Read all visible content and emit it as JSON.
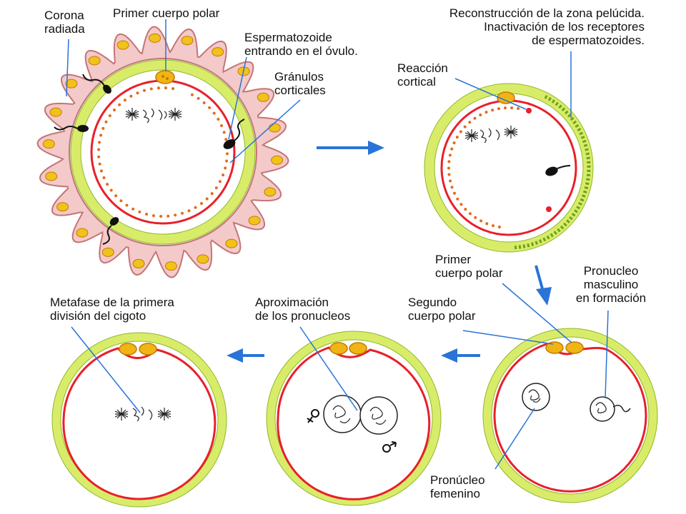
{
  "labels": {
    "corona": "Corona\nradiada",
    "primer_polar_top": "Primer cuerpo polar",
    "espermatozoide": "Espermatozoide\nentrando en el óvulo.",
    "granulos": "Gránulos\ncorticales",
    "reconstruccion": "Reconstrucción de la zona pelúcida.\nInactivación de los receptores\nde espermatozoides.",
    "reaccion": "Reacción\ncortical",
    "primer_polar_2": "Primer\ncuerpo polar",
    "segundo_polar": "Segundo\ncuerpo polar",
    "pronucleo_masc": "Pronucleo\nmasculino\nen formación",
    "pronucleo_fem": "Pronúcleo\nfemenino",
    "aproximacion": "Aproximación\nde los pronucleos",
    "metafase": "Metafase de la primera\ndivisión del cigoto"
  },
  "colors": {
    "corona_fill": "#f3c9c9",
    "corona_stroke": "#c47575",
    "zona": "#d9ec6a",
    "zona_stroke": "#8db82a",
    "membrane": "#e8202a",
    "granule": "#e46a1a",
    "polar_body": "#f1b415",
    "polar_stroke": "#c47a00",
    "arrow": "#2a73d8",
    "pointer": "#2a73d8",
    "ink": "#222222"
  }
}
